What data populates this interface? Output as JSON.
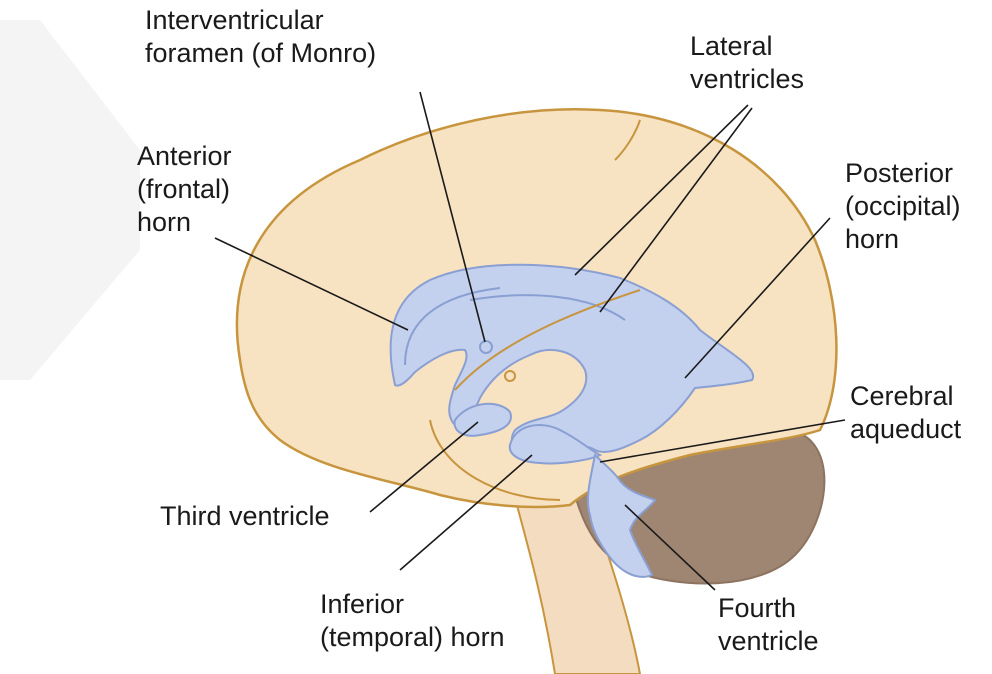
{
  "labels": {
    "interventricular_foramen": [
      "Interventricular",
      "foramen (of Monro)"
    ],
    "lateral_ventricles": [
      "Lateral",
      "ventricles"
    ],
    "anterior_horn": [
      "Anterior",
      "(frontal)",
      "horn"
    ],
    "posterior_horn": [
      "Posterior",
      "(occipital)",
      "horn"
    ],
    "cerebral_aqueduct": [
      "Cerebral",
      "aqueduct"
    ],
    "third_ventricle": [
      "Third ventricle"
    ],
    "inferior_horn": [
      "Inferior",
      "(temporal) horn"
    ],
    "fourth_ventricle": [
      "Fourth",
      "ventricle"
    ]
  },
  "colors": {
    "brain_fill": "#f7e2c2",
    "brain_outline": "#c8953f",
    "ventricle_fill": "#c3d0ee",
    "ventricle_outline": "#8a9fd2",
    "cerebellum_fill": "#9e8672",
    "brainstem_fill": "#f3dcc0",
    "leader_line": "#1a1a1a",
    "watermark": "#eeeeee"
  }
}
